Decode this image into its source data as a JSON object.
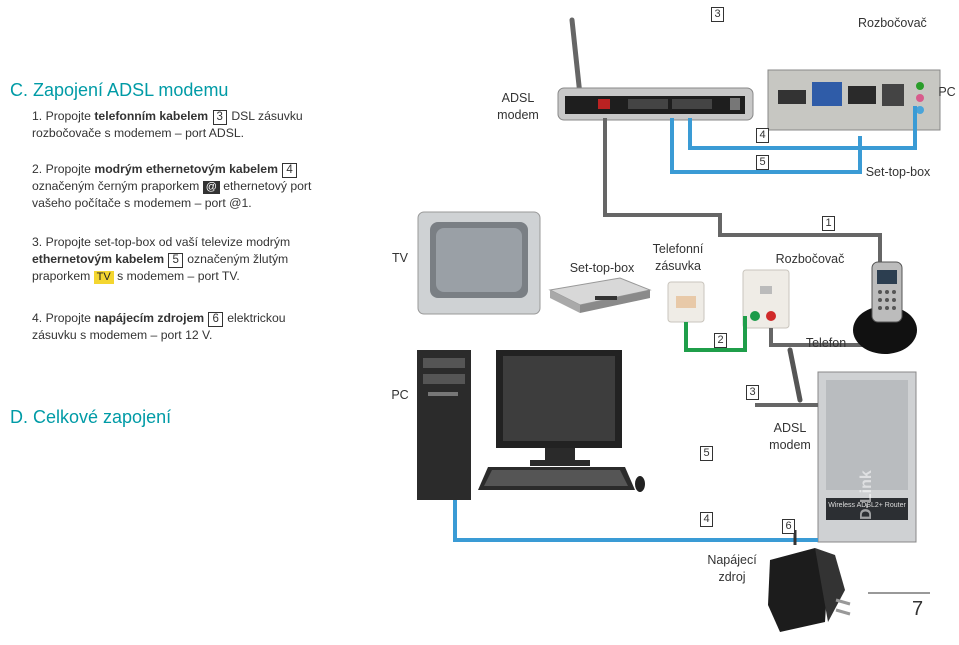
{
  "header": {
    "badge_num": "3",
    "title": "Rozbočovač"
  },
  "section_c": {
    "title": "C. Zapojení ADSL modemu",
    "step1": {
      "n": "1.",
      "a": "Propojte",
      "b": "telefonním kabelem",
      "num": "3",
      "c": "DSL zásuvku rozbočovače s modemem – port ADSL."
    },
    "step2": {
      "n": "2.",
      "a": "Propojte",
      "b": "modrým ethernetovým kabelem",
      "num": "4",
      "c": "označeným černým praporkem",
      "at": "@",
      "d": "ethernetový port vašeho počítače s modemem – port @1."
    },
    "step3": {
      "n": "3.",
      "a": "Propojte set-top-box od vaší televize modrým",
      "b": "ethernetovým kabelem",
      "num": "5",
      "c": "označeným žlutým praporkem",
      "tv": "TV",
      "d": "s modemem – port TV."
    },
    "step4": {
      "n": "4.",
      "a": "Propojte",
      "b": "napájecím zdrojem",
      "num": "6",
      "c": "elektrickou zásuvku s modemem – port 12 V."
    }
  },
  "section_d": {
    "title": "D. Celkové zapojení"
  },
  "labels": {
    "adsl_modem_top_1": "ADSL",
    "adsl_modem_top_2": "modem",
    "pc_top": "PC",
    "num4_top": "4",
    "num5_top": "5",
    "settopbox_top": "Set-top-box",
    "tv": "TV",
    "settopbox_mid": "Set-top-box",
    "phone_socket_1": "Telefonní",
    "phone_socket_2": "zásuvka",
    "num1": "1",
    "splitter": "Rozbočovač",
    "num2": "2",
    "phone": "Telefon",
    "pc_bottom": "PC",
    "num3": "3",
    "adsl_modem_bottom_1": "ADSL",
    "adsl_modem_bottom_2": "modem",
    "num5_bottom": "5",
    "num4_bottom": "4",
    "num6": "6",
    "power_1": "Napájecí",
    "power_2": "zdroj",
    "router_brand": "D-Link",
    "router_model": "Wireless ADSL2+ Router"
  },
  "page_number": "7",
  "colors": {
    "accent": "#009ba6",
    "cable_blue": "#3a9bd5",
    "cable_green": "#1f9e4a",
    "cable_grey": "#555555"
  }
}
